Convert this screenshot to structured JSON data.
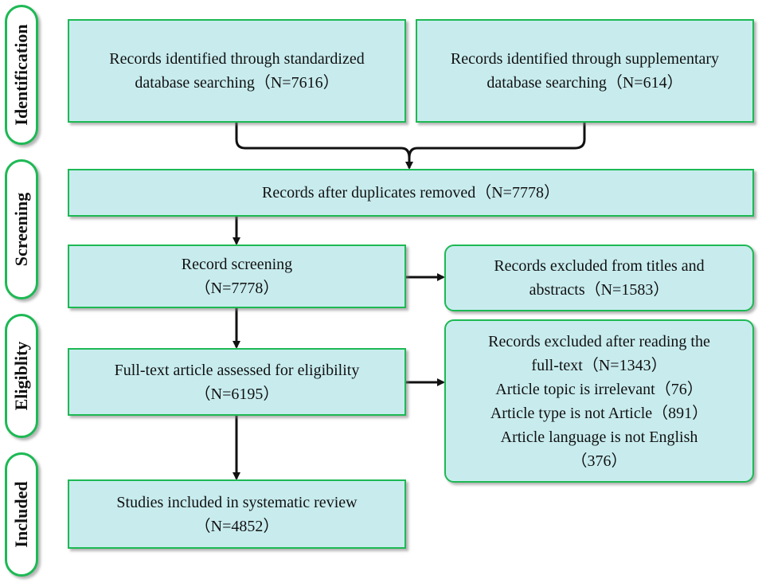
{
  "stages": {
    "identification": "Identification",
    "screening": "Screening",
    "eligibility": "Eligiblity",
    "included": "Included"
  },
  "boxes": {
    "standardized": {
      "line1": "Records identified through standardized",
      "line2": "database searching（N=7616）"
    },
    "supplementary": {
      "line1": "Records identified through supplementary",
      "line2": "database searching（N=614）"
    },
    "duplicates_removed": {
      "line1": "Records after duplicates removed（N=7778）"
    },
    "record_screening": {
      "line1": "Record screening",
      "line2": "（N=7778）"
    },
    "excluded_titles": {
      "line1": "Records excluded from titles and",
      "line2": "abstracts（N=1583）"
    },
    "full_text_assessed": {
      "line1": "Full-text article assessed for eligibility",
      "line2": "（N=6195）"
    },
    "excluded_full_text": {
      "line1": "Records excluded after reading the",
      "line2": "full-text（N=1343）",
      "line3": "Article topic is irrelevant（76）",
      "line4": "Article type is not Article（891）",
      "line5": "Article language is not English",
      "line6": "（376）"
    },
    "included_studies": {
      "line1": "Studies included in systematic review",
      "line2": "（N=4852）"
    }
  },
  "colors": {
    "box_fill": "#c8ecee",
    "border": "#1db954",
    "connector": "#111111"
  }
}
